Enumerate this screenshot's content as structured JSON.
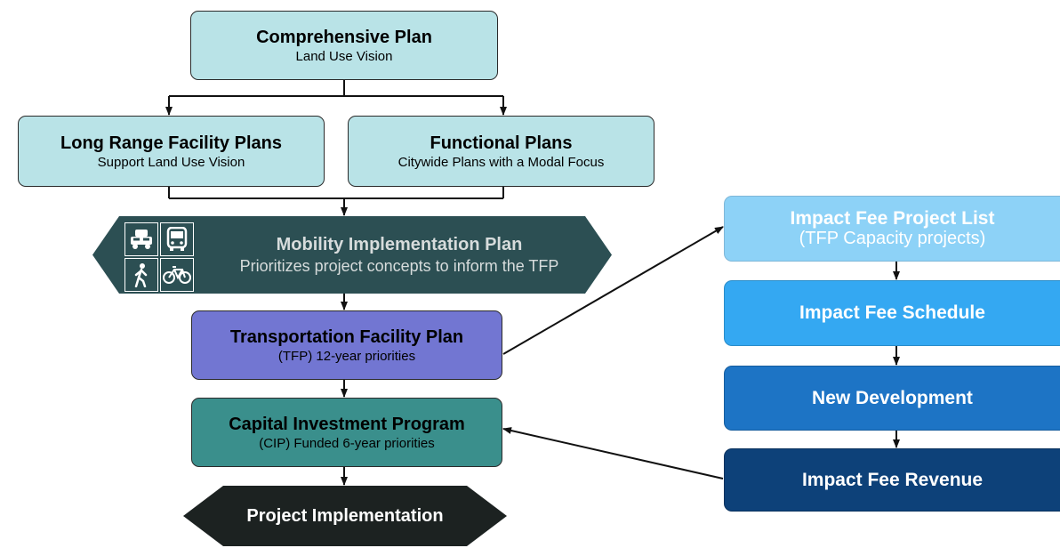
{
  "diagram": {
    "nodes": {
      "comprehensive_plan": {
        "title": "Comprehensive Plan",
        "subtitle": "Land Use Vision",
        "color": "#b9e3e7"
      },
      "long_range_facility_plans": {
        "title": "Long Range Facility Plans",
        "subtitle": "Support Land Use Vision",
        "color": "#b9e3e7"
      },
      "functional_plans": {
        "title": "Functional Plans",
        "subtitle": "Citywide Plans with a Modal Focus",
        "color": "#b9e3e7"
      },
      "mobility_implementation_plan": {
        "title": "Mobility Implementation Plan",
        "subtitle": "Prioritizes project concepts to inform the TFP",
        "color": "#2c4f53",
        "icons": [
          "car-traffic-icon",
          "bus-icon",
          "pedestrian-icon",
          "bicycle-icon"
        ]
      },
      "transportation_facility_plan": {
        "title": "Transportation Facility Plan",
        "subtitle": "(TFP) 12-year priorities",
        "color": "#7276d2"
      },
      "capital_investment_program": {
        "title": "Capital Investment Program",
        "subtitle": "(CIP) Funded 6-year priorities",
        "color": "#3a8f8c"
      },
      "project_implementation": {
        "title": "Project Implementation",
        "color": "#1c2221"
      },
      "impact_fee_project_list": {
        "title": "Impact Fee Project List",
        "subtitle": "(TFP Capacity projects)",
        "color": "#8dd2f7"
      },
      "impact_fee_schedule": {
        "title": "Impact Fee Schedule",
        "color": "#34a8f2"
      },
      "new_development": {
        "title": "New Development",
        "color": "#1d74c5"
      },
      "impact_fee_revenue": {
        "title": "Impact Fee Revenue",
        "color": "#0d4179"
      }
    },
    "edges": [
      {
        "from": "comprehensive_plan",
        "to": "long_range_facility_plans"
      },
      {
        "from": "comprehensive_plan",
        "to": "functional_plans"
      },
      {
        "from": "long_range_facility_plans",
        "to": "mobility_implementation_plan"
      },
      {
        "from": "functional_plans",
        "to": "mobility_implementation_plan"
      },
      {
        "from": "mobility_implementation_plan",
        "to": "transportation_facility_plan"
      },
      {
        "from": "transportation_facility_plan",
        "to": "capital_investment_program"
      },
      {
        "from": "capital_investment_program",
        "to": "project_implementation"
      },
      {
        "from": "transportation_facility_plan",
        "to": "impact_fee_project_list"
      },
      {
        "from": "impact_fee_project_list",
        "to": "impact_fee_schedule"
      },
      {
        "from": "impact_fee_schedule",
        "to": "new_development"
      },
      {
        "from": "new_development",
        "to": "impact_fee_revenue"
      },
      {
        "from": "impact_fee_revenue",
        "to": "capital_investment_program"
      }
    ]
  }
}
